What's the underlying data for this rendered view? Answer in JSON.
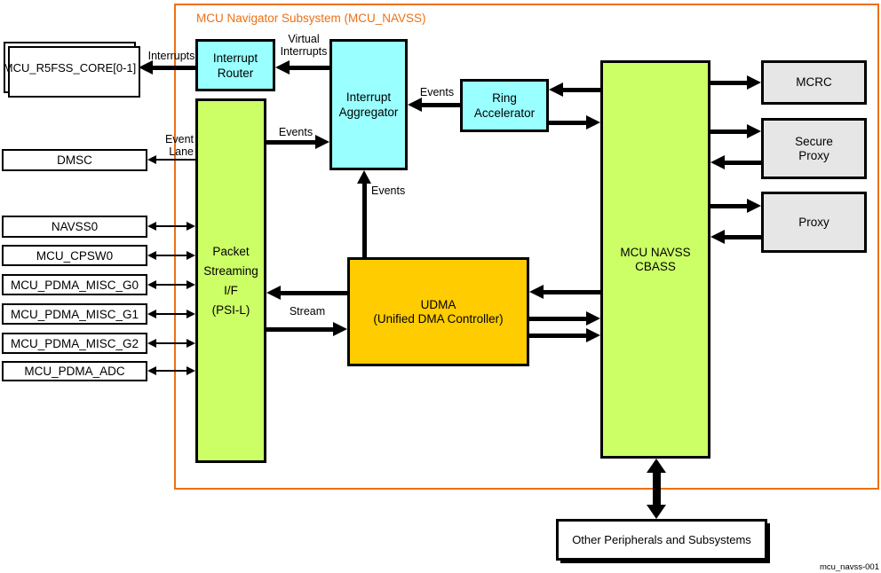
{
  "title": "MCU Navigator Subsystem (MCU_NAVSS)",
  "caption": "mcu_navss-001",
  "colors": {
    "orange": "#ED7014",
    "cyan": "#99FFFF",
    "green": "#CCFF66",
    "amber": "#FFCC00",
    "gray": "#E6E6E6",
    "ink": "#000000",
    "paper": "#FFFFFF"
  },
  "external": {
    "r5fss": "MCU_R5FSS_CORE[0-1]",
    "dmsc": "DMSC",
    "left_peripherals": [
      "NAVSS0",
      "MCU_CPSW0",
      "MCU_PDMA_MISC_G0",
      "MCU_PDMA_MISC_G1",
      "MCU_PDMA_MISC_G2",
      "MCU_PDMA_ADC"
    ],
    "other": "Other Peripherals and Subsystems"
  },
  "blocks": {
    "interrupt_router": {
      "lines": [
        "Interrupt",
        "Router"
      ]
    },
    "interrupt_aggregator": {
      "lines": [
        "Interrupt",
        "Aggregator"
      ]
    },
    "ring_accelerator": {
      "lines": [
        "Ring",
        "Accelerator"
      ]
    },
    "psi_l": {
      "lines": [
        "Packet",
        "Streaming",
        "I/F",
        "(PSI-L)"
      ]
    },
    "udma": {
      "lines": [
        "UDMA",
        "(Unified DMA Controller)"
      ]
    },
    "cbass": {
      "lines": [
        "MCU NAVSS",
        "CBASS"
      ]
    },
    "mcrc": {
      "lines": [
        "MCRC"
      ]
    },
    "secure_proxy": {
      "lines": [
        "Secure",
        "Proxy"
      ]
    },
    "proxy": {
      "lines": [
        "Proxy"
      ]
    }
  },
  "labels": {
    "interrupts": "Interrupts",
    "virtual_interrupts": [
      "Virtual",
      "Interrupts"
    ],
    "events_psil": "Events",
    "events_ring": "Events",
    "events_udma": "Events",
    "stream": "Stream",
    "event_lane": [
      "Event",
      "Lane"
    ]
  }
}
